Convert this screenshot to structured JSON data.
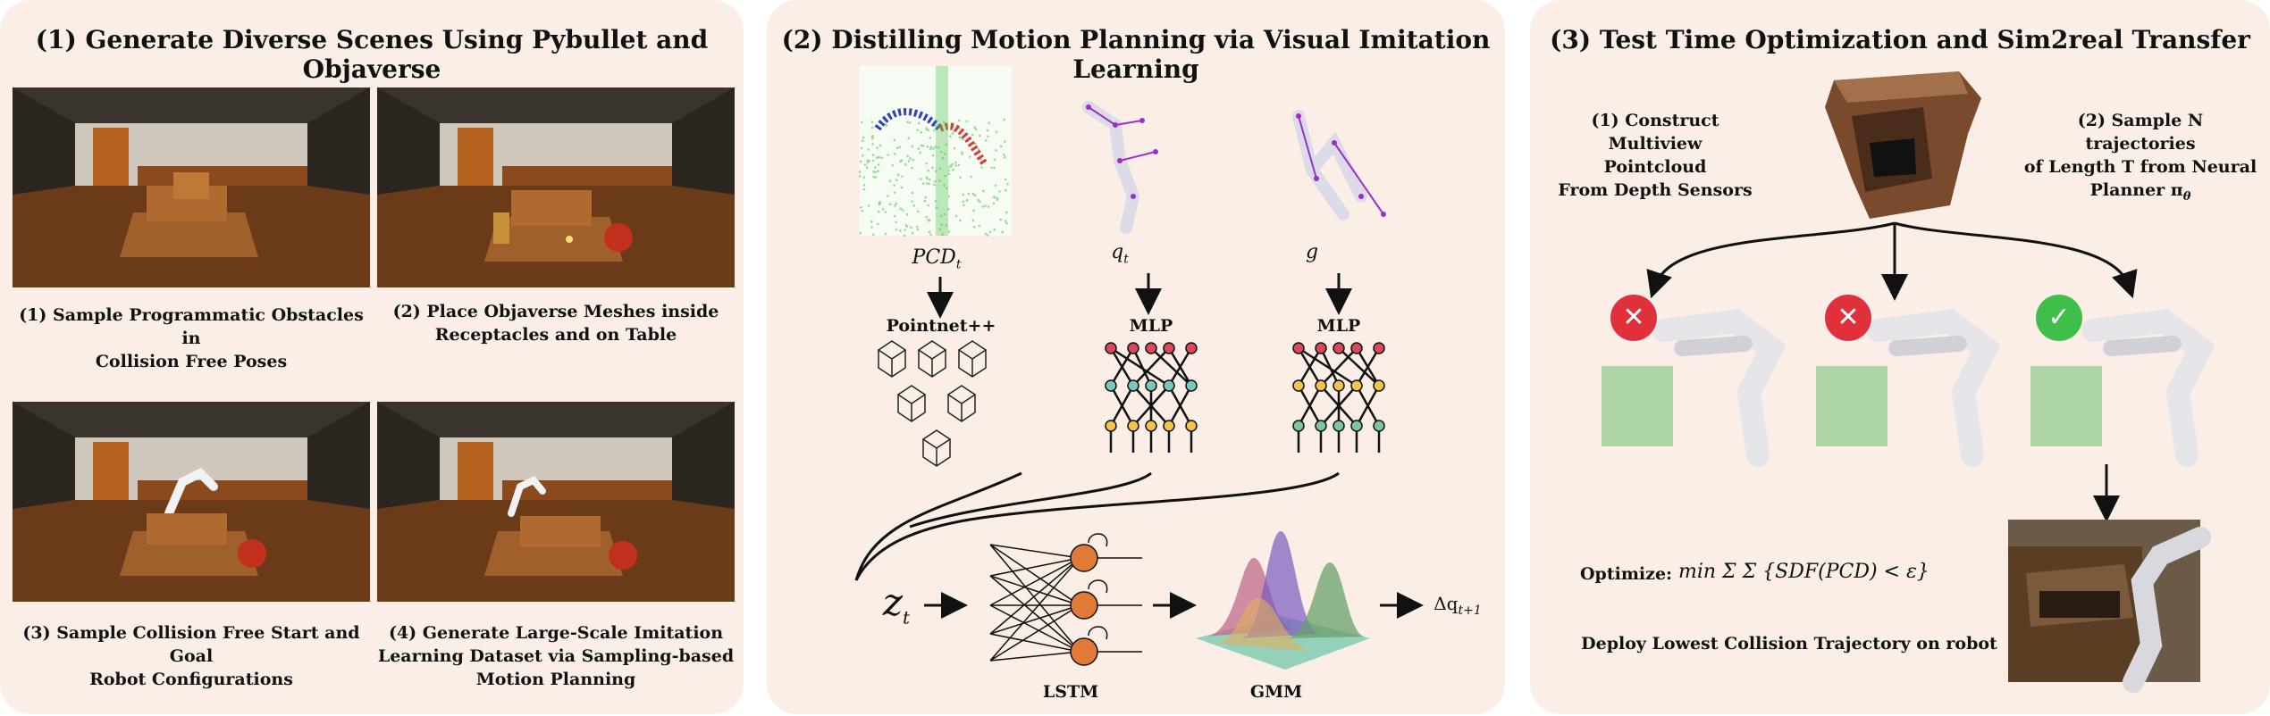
{
  "panel1": {
    "title": "(1) Generate Diverse Scenes Using Pybullet and Objaverse",
    "captions": [
      [
        "(1) Sample Programmatic Obstacles in",
        "Collision Free Poses"
      ],
      [
        "(2) Place Objaverse Meshes inside",
        "Receptacles and on Table"
      ],
      [
        "(3) Sample Collision Free Start and Goal",
        "Robot Configurations"
      ],
      [
        "(4) Generate Large-Scale Imitation",
        "Learning Dataset via Sampling-based",
        "Motion Planning"
      ]
    ]
  },
  "panel2": {
    "title": "(2) Distilling Motion Planning via Visual Imitation Learning",
    "input_labels": [
      "PCD",
      "q",
      "g"
    ],
    "input_subscripts": [
      "t",
      "t",
      ""
    ],
    "encoders": [
      "Pointnet++",
      "MLP",
      "MLP"
    ],
    "latent": "z",
    "latent_sub": "t",
    "lstm_label": "LSTM",
    "gmm_label": "GMM",
    "output_label": "Δq",
    "output_sub": "t+1"
  },
  "panel3": {
    "title": "(3) Test Time Optimization and Sim2real Transfer",
    "left_caption": [
      "(1) Construct Multiview",
      "Pointcloud",
      "From Depth Sensors"
    ],
    "right_caption": [
      "(2) Sample N trajectories",
      "of Length T from Neural",
      "Planner π"
    ],
    "right_caption_sub": "θ",
    "optimize_label": "Optimize:",
    "formula": "min Σ Σ {SDF(PCD) < ε}",
    "deploy_label": "Deploy Lowest Collision Trajectory on robot",
    "status": [
      "✕",
      "✕",
      "✓"
    ]
  },
  "colors": {
    "panel_bg": "#fbeee6",
    "cross": "#e0313a",
    "check": "#3fbf4a",
    "lstm_cell": "#e07a36"
  }
}
